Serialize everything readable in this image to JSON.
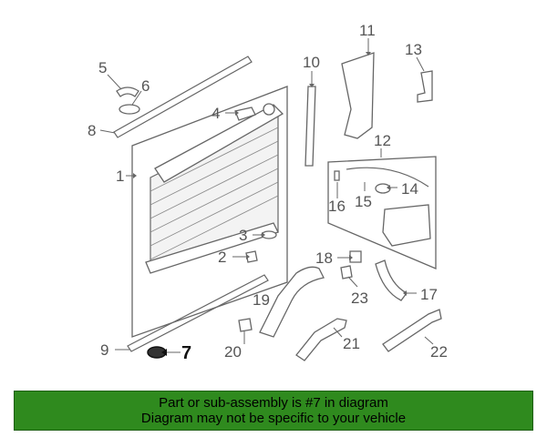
{
  "diagram": {
    "callouts": [
      "1",
      "2",
      "3",
      "4",
      "5",
      "6",
      "7",
      "8",
      "9",
      "10",
      "11",
      "12",
      "13",
      "14",
      "15",
      "16",
      "17",
      "18",
      "19",
      "20",
      "21",
      "22",
      "23"
    ],
    "highlighted_part": "7"
  },
  "banner": {
    "line1": "Part or sub-assembly is #7 in diagram",
    "line2": "Diagram may not be specific to your vehicle",
    "bg_color": "#2f8a1e"
  }
}
